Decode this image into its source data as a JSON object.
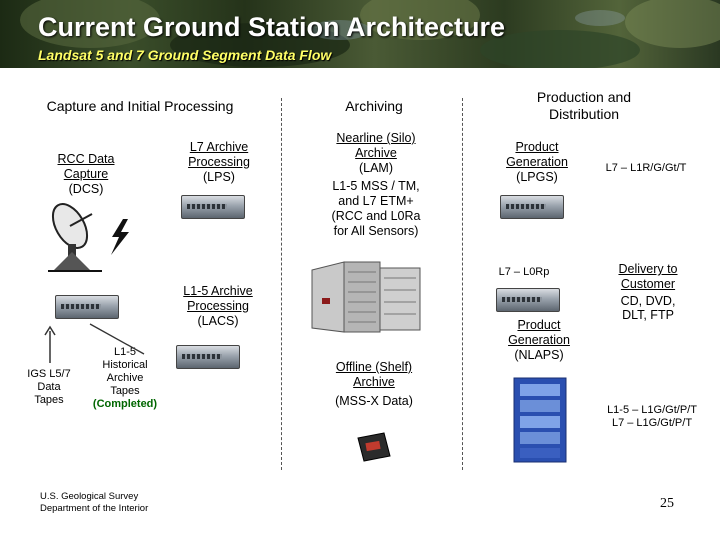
{
  "header": {
    "title": "Current Ground Station Architecture",
    "subtitle": "Landsat 5 and 7 Ground Segment Data Flow"
  },
  "columns": {
    "capture": "Capture and Initial Processing",
    "archiving": "Archiving",
    "production": "Production and Distribution"
  },
  "capture": {
    "rcc_line1": "RCC Data",
    "rcc_line2": "Capture",
    "rcc_line3": "(DCS)",
    "lps_line1": "L7 Archive",
    "lps_line2": "Processing",
    "lps_line3": "(LPS)",
    "lacs_line1": "L1-5 Archive",
    "lacs_line2": "Processing",
    "lacs_line3": "(LACS)",
    "igs_line1": "IGS L5/7",
    "igs_line2": "Data",
    "igs_line3": "Tapes",
    "hist_line1": "L1-5",
    "hist_line2": "Historical",
    "hist_line3": "Archive",
    "hist_line4": "Tapes",
    "hist_line5": "(Completed)"
  },
  "archiving": {
    "lam_line1": "Nearline (Silo)",
    "lam_line2": "Archive",
    "lam_line3": "(LAM)",
    "lam_line4": "L1-5 MSS / TM,",
    "lam_line5": "and L7 ETM+",
    "lam_line6": "(RCC and L0Ra",
    "lam_line7": "for All Sensors)",
    "shelf_line1": "Offline (Shelf)",
    "shelf_line2": "Archive",
    "shelf_line3": "(MSS-X Data)"
  },
  "production": {
    "lpgs_line1": "Product",
    "lpgs_line2": "Generation",
    "lpgs_line3": "(LPGS)",
    "lpgs_out": "L7 – L1R/G/Gt/T",
    "l0rp": "L7 – L0Rp",
    "deliv_line1": "Delivery to",
    "deliv_line2": "Customer",
    "media_line1": "CD, DVD,",
    "media_line2": "DLT, FTP",
    "nlaps_line1": "Product",
    "nlaps_line2": "Generation",
    "nlaps_line3": "(NLAPS)",
    "nlaps_out1": "L1-5 – L1G/Gt/P/T",
    "nlaps_out2": "L7 – L1G/Gt/P/T"
  },
  "footer": {
    "agency_line1": "U.S. Geological Survey",
    "agency_line2": "Department of the Interior",
    "page_number": "25"
  },
  "colors": {
    "title_text": "#ffffff",
    "subtitle_text": "#ffff66",
    "completed_text": "#006600"
  },
  "icons": [
    "satellite-dish-icon",
    "server-icon",
    "lightning-bolt-icon",
    "tape-silo-icon",
    "tape-cartridge-icon",
    "storage-rack-icon"
  ]
}
